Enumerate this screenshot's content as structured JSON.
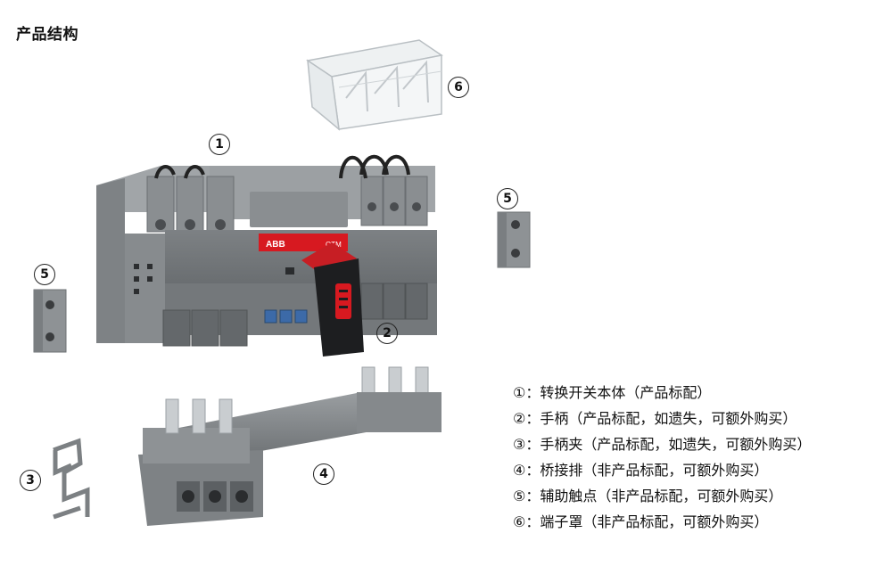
{
  "title": "产品结构",
  "callouts": {
    "c1": "1",
    "c2": "2",
    "c3": "3",
    "c4": "4",
    "c5a": "5",
    "c5b": "5",
    "c6": "6"
  },
  "product_labels": {
    "brand": "ABB",
    "model": "OTM"
  },
  "legend": [
    "①：转换开关本体（产品标配）",
    "②：手柄（产品标配，如遗失，可额外购买）",
    "③：手柄夹（产品标配，如遗失，可额外购买）",
    "④：桥接排（非产品标配，可额外购买）",
    "⑤：辅助触点（非产品标配，可额外购买）",
    "⑥：端子罩（非产品标配，可额外购买）"
  ]
}
